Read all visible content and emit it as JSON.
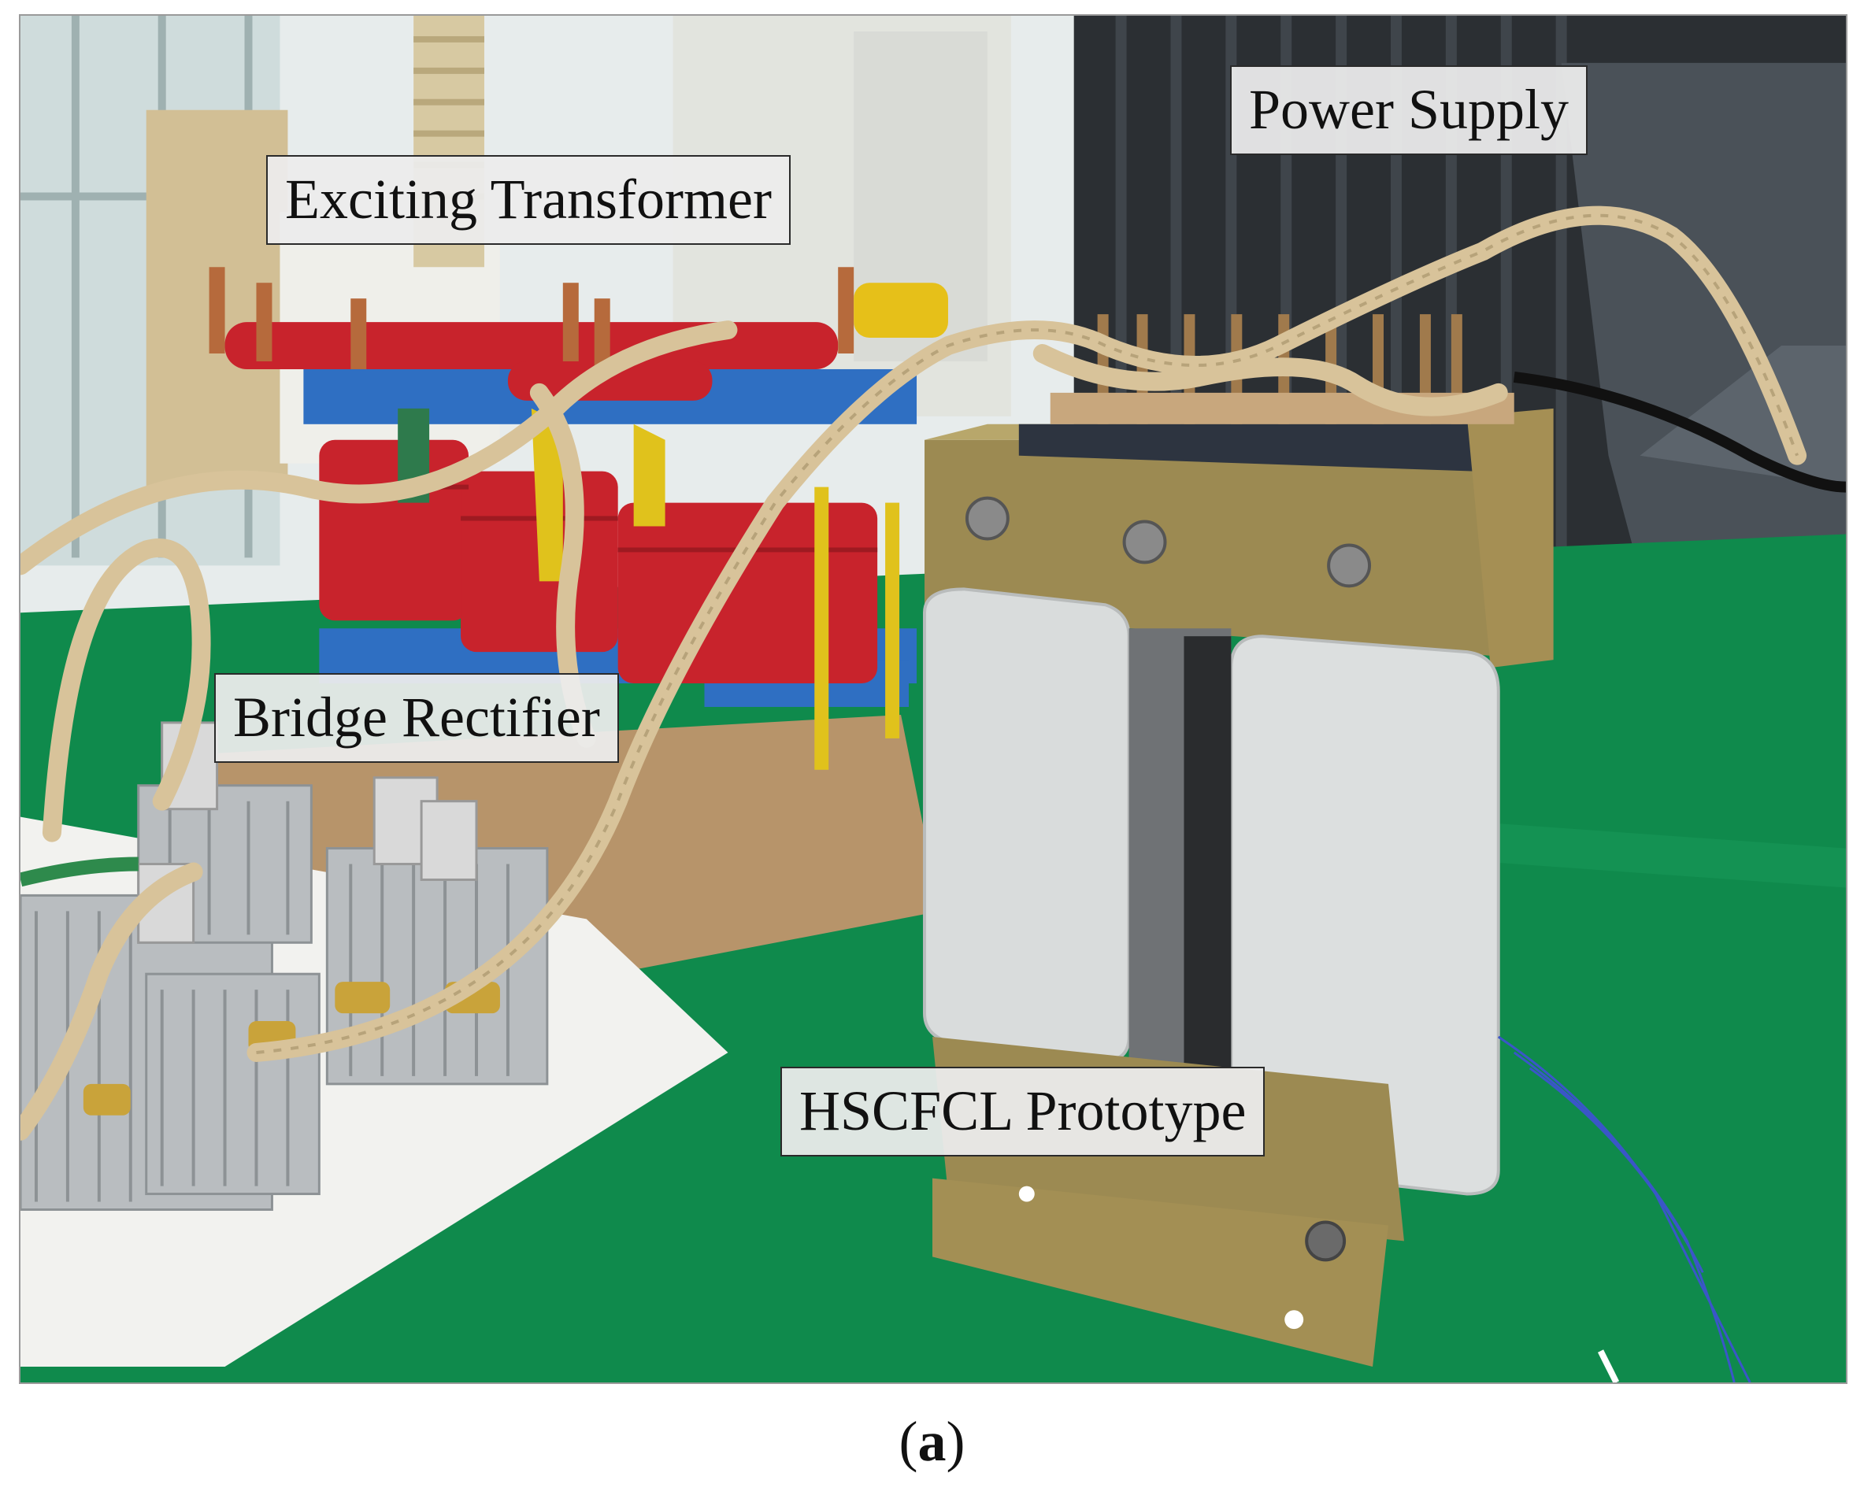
{
  "figure": {
    "labels": {
      "power_supply": "Power Supply",
      "exciting_transformer": "Exciting Transformer",
      "bridge_rectifier": "Bridge Rectifier",
      "hscfcl_prototype": "HSCFCL Prototype"
    },
    "caption": {
      "open": "(",
      "letter": "a",
      "close": ")"
    },
    "colors": {
      "floor_green": "#0f8a4c",
      "coil_red": "#c8232c",
      "frame_blue": "#2f6fc2",
      "cable_tan": "#d8c39a",
      "steel_frame": "#9c8a52",
      "coil_white": "#d9dcdc",
      "wall_background": "#e7ecec",
      "power_supply_dark": "#2b2f33"
    }
  }
}
